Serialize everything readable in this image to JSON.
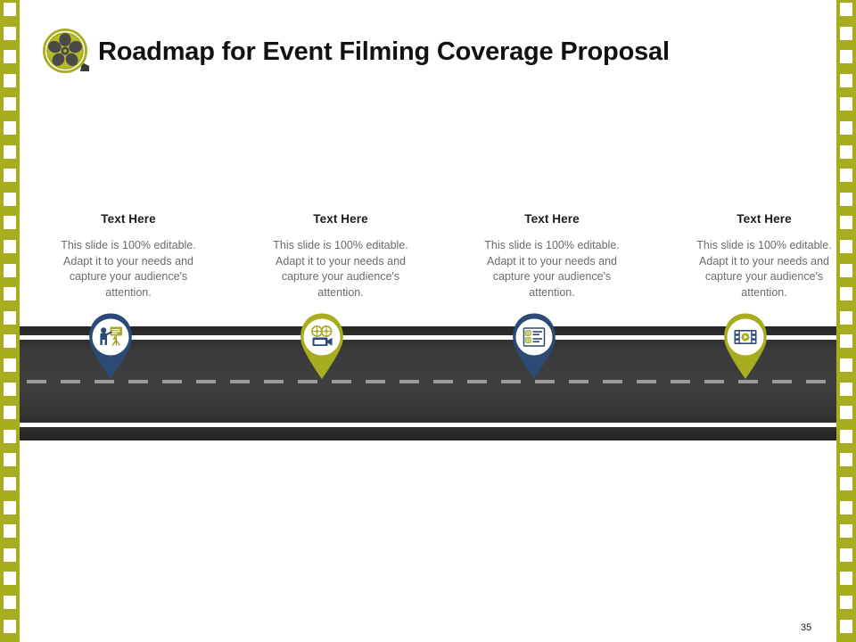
{
  "slide": {
    "page_number": "35",
    "background_color": "#ffffff"
  },
  "header": {
    "title": "Roadmap for Event Filming Coverage Proposal",
    "logo_icon": "film-reel-icon",
    "title_color": "#121212"
  },
  "theme": {
    "olive": "#a8ad1f",
    "olive_dark": "#8f941a",
    "navy": "#2b4a76",
    "navy_dark": "#22395c",
    "road_asphalt": "#3a3a3a",
    "road_line": "#ffffff",
    "road_dash": "#9b9b9b",
    "body_text": "#6b6b6b"
  },
  "filmstrip": {
    "left_label": "film-strip-left",
    "right_label": "film-strip-right",
    "perforation_count": 27
  },
  "road": {
    "label": "roadmap-road",
    "center_dash_label": "road-center-dashed-line"
  },
  "steps": [
    {
      "title": "Text Here",
      "description": "This slide is 100% editable. Adapt it to your needs and capture your audience's attention.",
      "pin_color": "#2b4a76",
      "pin_style": "navy",
      "icon": "presenter-board-icon"
    },
    {
      "title": "Text Here",
      "description": "This slide is 100% editable. Adapt it to your needs and capture your audience's attention.",
      "pin_color": "#a8ad1f",
      "pin_style": "olive",
      "icon": "movie-camera-icon"
    },
    {
      "title": "Text Here",
      "description": "This slide is 100% editable. Adapt it to your needs and capture your audience's attention.",
      "pin_color": "#2b4a76",
      "pin_style": "navy",
      "icon": "checklist-document-icon"
    },
    {
      "title": "Text Here",
      "description": "This slide is 100% editable. Adapt it to your needs and capture your audience's attention.",
      "pin_color": "#a8ad1f",
      "pin_style": "olive",
      "icon": "film-play-icon"
    }
  ]
}
